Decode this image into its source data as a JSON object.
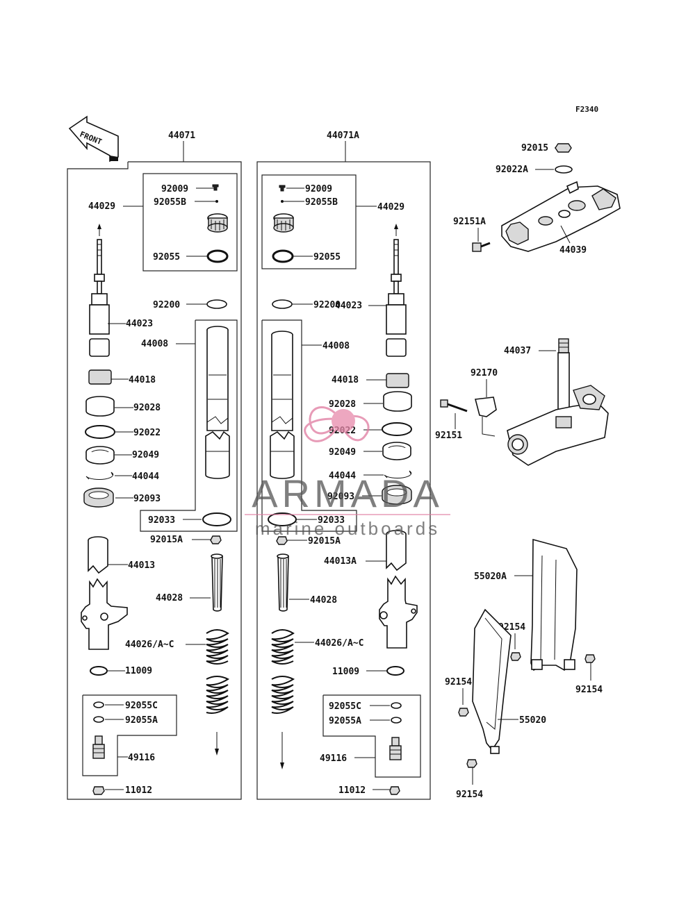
{
  "figure_code": "F2340",
  "front_arrow_label": "FRONT",
  "watermark": {
    "brand": "ARMADA",
    "tagline": "marine outboards"
  },
  "left_assembly": {
    "assembly_label": "44071",
    "labels": {
      "p92009": "92009",
      "p92055B": "92055B",
      "p44029": "44029",
      "p92055": "92055",
      "p92200": "92200",
      "p44023": "44023",
      "p44008": "44008",
      "p44018": "44018",
      "p92028": "92028",
      "p92022": "92022",
      "p92049": "92049",
      "p44044": "44044",
      "p92093": "92093",
      "p92033": "92033",
      "p92015A": "92015A",
      "p44013": "44013",
      "p44028": "44028",
      "p44026": "44026/A~C",
      "p11009": "11009",
      "p92055C": "92055C",
      "p92055A": "92055A",
      "p49116": "49116",
      "p11012": "11012"
    }
  },
  "right_assembly": {
    "assembly_label": "44071A",
    "labels": {
      "p92009": "92009",
      "p92055B": "92055B",
      "p44029": "44029",
      "p92055": "92055",
      "p92200": "92200",
      "p44023": "44023",
      "p44008": "44008",
      "p44018": "44018",
      "p92028": "92028",
      "p92022": "92022",
      "p92049": "92049",
      "p44044": "44044",
      "p92093": "92093",
      "p92033": "92033",
      "p92015A": "92015A",
      "p44013A": "44013A",
      "p44028": "44028",
      "p44026": "44026/A~C",
      "p11009": "11009",
      "p92055C": "92055C",
      "p92055A": "92055A",
      "p49116": "49116",
      "p11012": "11012"
    }
  },
  "top_clamp": {
    "p92015": "92015",
    "p92022A": "92022A",
    "p92151A": "92151A",
    "p44039": "44039"
  },
  "steering_stem": {
    "p44037": "44037",
    "p92170": "92170",
    "p92151": "92151"
  },
  "fork_guards": {
    "p55020A": "55020A",
    "p92154_a": "92154",
    "p92154_b": "92154",
    "p92154_c": "92154",
    "p92154_d": "92154",
    "p55020": "55020"
  }
}
